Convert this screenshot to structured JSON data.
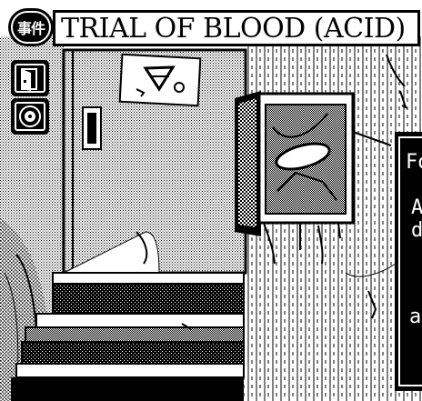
{
  "header": {
    "case_badge": "事件",
    "title": "TRIAL OF BLOOD (ACID)"
  },
  "side_buttons": [
    {
      "icon": "door-icon"
    },
    {
      "icon": "disc-icon"
    }
  ],
  "text_panel": {
    "lines": [
      "Fo",
      "A",
      "d",
      "a"
    ]
  },
  "colors": {
    "ink": "#000000",
    "paper": "#ffffff"
  }
}
